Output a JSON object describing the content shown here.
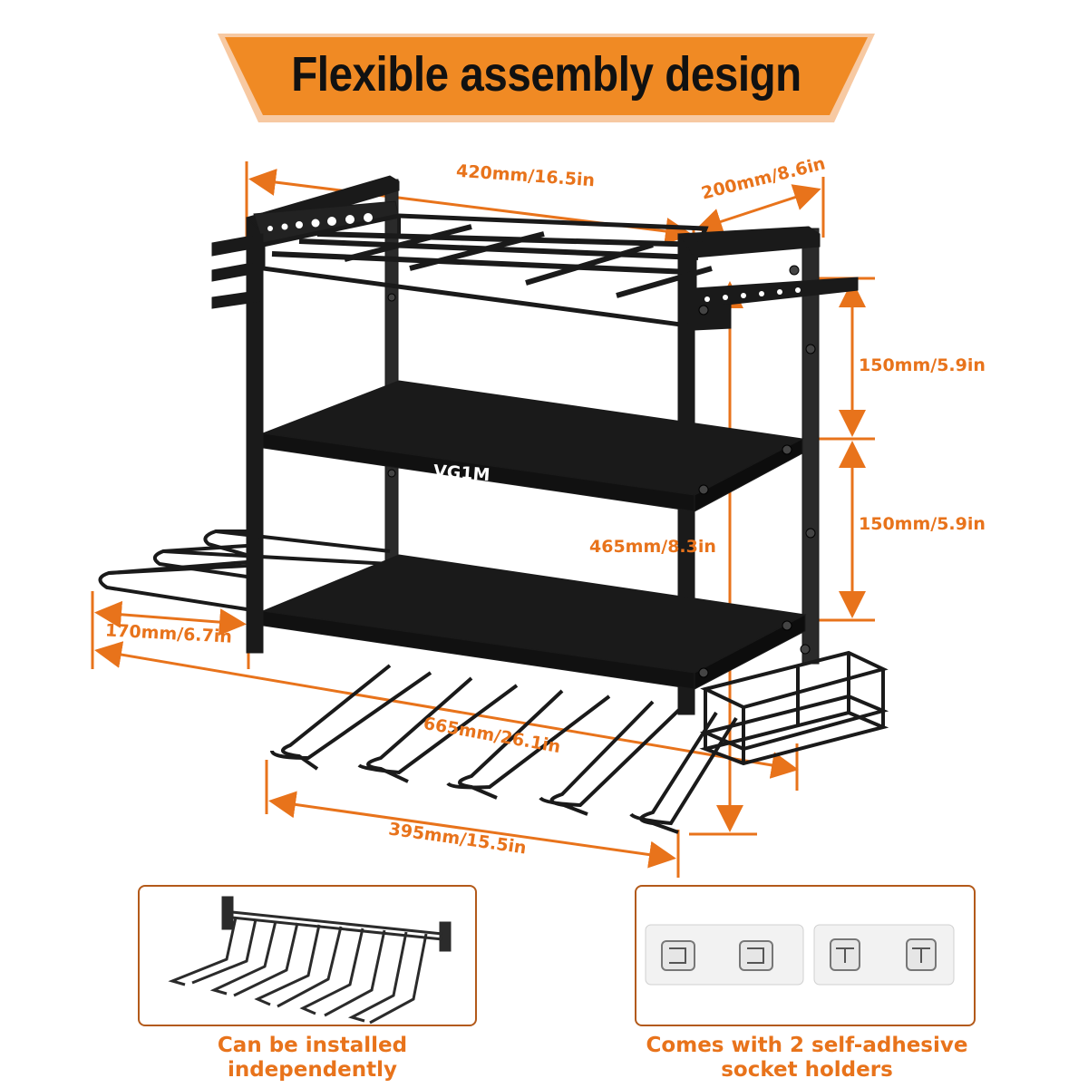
{
  "title": "Flexible assembly design",
  "brand": "VG1M",
  "dimensions": {
    "width_top": "420mm/16.5in",
    "depth": "200mm/8.6in",
    "tier_gap_upper": "150mm/5.9in",
    "tier_gap_lower": "150mm/5.9in",
    "height": "465mm/8.3in",
    "side_hanger": "170mm/6.7in",
    "total_length": "665mm/26.1in",
    "bottom_rack": "395mm/15.5in"
  },
  "captions": {
    "left_line1": "Can be installed",
    "left_line2": "independently",
    "right_line1": "Comes with 2 self-adhesive",
    "right_line2": "socket holders"
  },
  "colors": {
    "accent": "#e8731b",
    "banner": "#f08a24",
    "metal": "#1a1a1a"
  }
}
